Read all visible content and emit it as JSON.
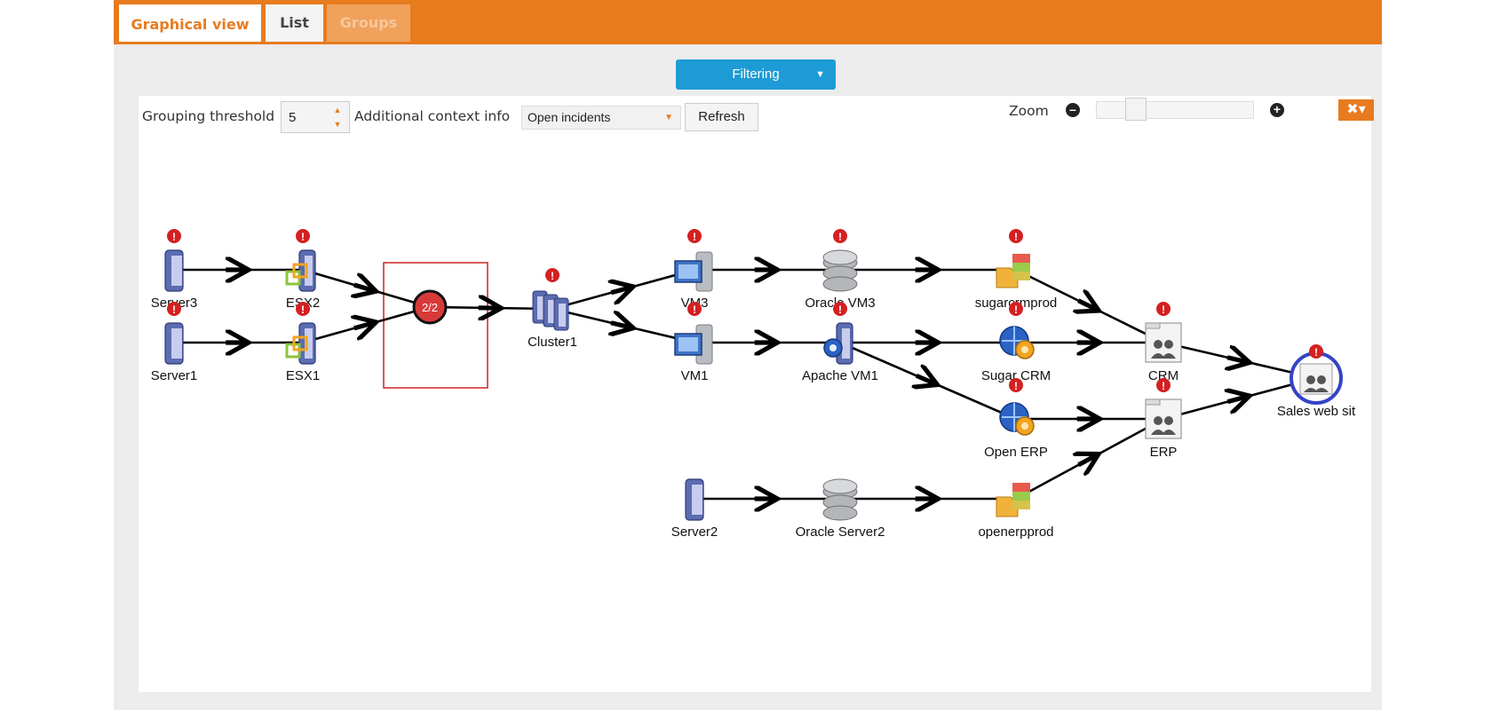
{
  "tabs": [
    {
      "label": "Graphical view",
      "active": true
    },
    {
      "label": "List",
      "active": false
    },
    {
      "label": "Groups",
      "active": false
    }
  ],
  "filter_button": {
    "label": "Filtering"
  },
  "toolbar": {
    "grouping_threshold_label": "Grouping threshold",
    "grouping_threshold_value": "5",
    "context_label": "Additional context info",
    "context_selected": "Open incidents",
    "refresh_label": "Refresh",
    "zoom_label": "Zoom",
    "zoom_level": 0.2
  },
  "colors": {
    "accent": "#e87b1e",
    "filter": "#1d9bd6",
    "alert": "#d42020",
    "group_box": "#d03030"
  },
  "graph": {
    "group_badge": "2/2",
    "nodes": [
      {
        "id": "server3",
        "label": "Server3",
        "icon": "server-icon",
        "alert": true
      },
      {
        "id": "server1",
        "label": "Server1",
        "icon": "server-icon",
        "alert": true
      },
      {
        "id": "esx2",
        "label": "ESX2",
        "icon": "hypervisor-icon",
        "alert": true
      },
      {
        "id": "esx1",
        "label": "ESX1",
        "icon": "hypervisor-icon",
        "alert": true
      },
      {
        "id": "cluster1",
        "label": "Cluster1",
        "icon": "cluster-icon",
        "alert": true
      },
      {
        "id": "vm3",
        "label": "VM3",
        "icon": "vm-icon",
        "alert": true
      },
      {
        "id": "vm1",
        "label": "VM1",
        "icon": "vm-icon",
        "alert": true
      },
      {
        "id": "oraclevm3",
        "label": "Oracle VM3",
        "icon": "database-icon",
        "alert": true
      },
      {
        "id": "apachevm1",
        "label": "Apache VM1",
        "icon": "web-server-icon",
        "alert": true
      },
      {
        "id": "sugarcrmprod",
        "label": "sugarcrmprod",
        "icon": "db-schema-icon",
        "alert": true
      },
      {
        "id": "sugarcrm",
        "label": "Sugar CRM",
        "icon": "web-app-icon",
        "alert": true
      },
      {
        "id": "openerp",
        "label": "Open ERP",
        "icon": "web-app-icon",
        "alert": true
      },
      {
        "id": "crm",
        "label": "CRM",
        "icon": "app-group-icon",
        "alert": true
      },
      {
        "id": "erp",
        "label": "ERP",
        "icon": "app-group-icon",
        "alert": true
      },
      {
        "id": "salesweb",
        "label": "Sales web sit",
        "icon": "business-process-icon",
        "alert": true
      },
      {
        "id": "server2",
        "label": "Server2",
        "icon": "server-icon",
        "alert": false
      },
      {
        "id": "oracleserver2",
        "label": "Oracle Server2",
        "icon": "database-icon",
        "alert": false
      },
      {
        "id": "openerpprod",
        "label": "openerpprod",
        "icon": "db-schema-icon",
        "alert": false
      }
    ],
    "edges": [
      [
        "server3",
        "esx2"
      ],
      [
        "server1",
        "esx1"
      ],
      [
        "esx2",
        "group"
      ],
      [
        "esx1",
        "group"
      ],
      [
        "group",
        "cluster1"
      ],
      [
        "cluster1",
        "vm3"
      ],
      [
        "cluster1",
        "vm1"
      ],
      [
        "vm3",
        "oraclevm3"
      ],
      [
        "vm1",
        "apachevm1"
      ],
      [
        "oraclevm3",
        "sugarcrmprod"
      ],
      [
        "apachevm1",
        "sugarcrm"
      ],
      [
        "apachevm1",
        "openerp"
      ],
      [
        "sugarcrmprod",
        "crm"
      ],
      [
        "sugarcrm",
        "crm"
      ],
      [
        "openerp",
        "erp"
      ],
      [
        "crm",
        "salesweb"
      ],
      [
        "erp",
        "salesweb"
      ],
      [
        "server2",
        "oracleserver2"
      ],
      [
        "oracleserver2",
        "openerpprod"
      ],
      [
        "openerpprod",
        "erp"
      ]
    ]
  }
}
